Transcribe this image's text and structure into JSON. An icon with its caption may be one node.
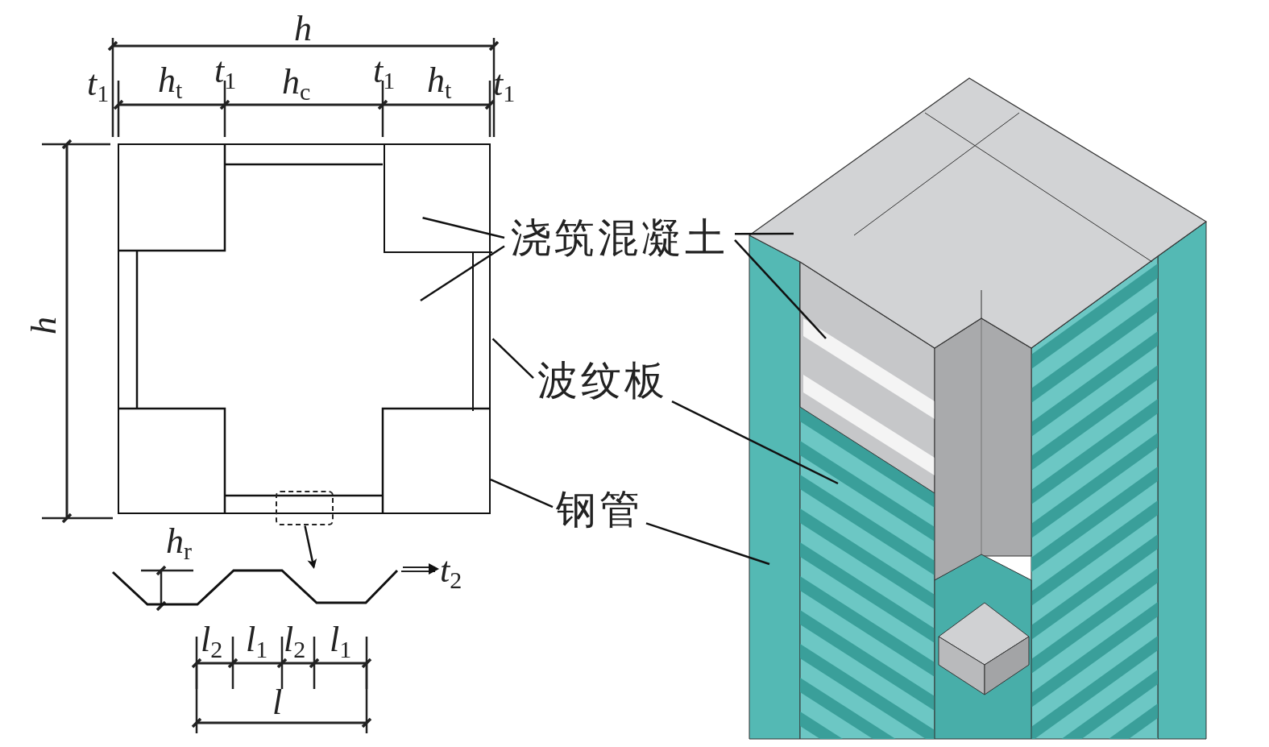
{
  "diagram": {
    "nodes": [
      {
        "text": [],
        "shape": "box"
      },
      {
        "text": [],
        "shape": "box",
        "in": 0
      },
      {
        "text": [],
        "shape": "bar",
        "in": 0
      },
      {
        "text": [],
        "shape": "box",
        "in": 0
      },
      {
        "text": [
          "浇筑混凝土"
        ]
      },
      {
        "text": [
          "波纹板"
        ]
      },
      {
        "text": [
          "钢管"
        ]
      },
      {
        "text": [],
        "shape": "picture"
      }
    ],
    "edges": [
      {
        "from": 4,
        "to": 1,
        "arrow": "none"
      },
      {
        "from": 4,
        "to": 0,
        "arrow": "none"
      },
      {
        "from": 4,
        "to": null,
        "arrow": "none"
      },
      {
        "from": 4,
        "to": null,
        "arrow": "none"
      },
      {
        "from": 5,
        "to": 2,
        "arrow": "none"
      },
      {
        "from": 5,
        "to": null,
        "arrow": "none"
      },
      {
        "from": 6,
        "to": 0,
        "arrow": "none"
      },
      {
        "from": 6,
        "to": null,
        "arrow": "none"
      },
      {
        "from": 3,
        "to": 7,
        "arrow": "to"
      }
    ],
    "labels": [
      "h",
      "t$_{1}$",
      "h$_{t}$",
      "t$_{1}$",
      "h$_{c}$",
      "t$_{1}$",
      "h$_{t}$",
      "t$_{1}$",
      "h",
      "h$_{r}$",
      "t$_{2}$",
      "l$_{2}$",
      "l$_{1}$",
      "l$_{2}$",
      "l$_{1}$",
      "l"
    ]
  }
}
